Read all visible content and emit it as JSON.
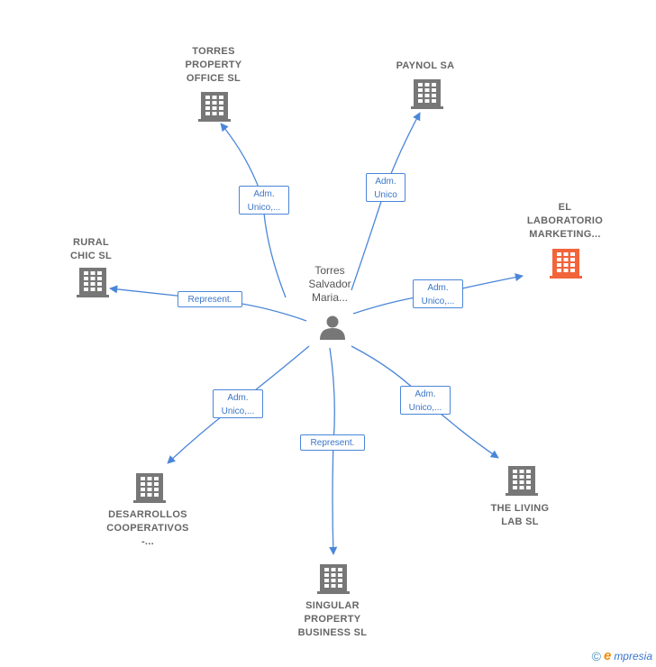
{
  "colors": {
    "edge": "#4a86d8",
    "building": "#777777",
    "building_highlight": "#f2653a",
    "person": "#777777"
  },
  "person": {
    "name": "Torres\nSalvador\nMaria..."
  },
  "companies": [
    {
      "id": "torres-property",
      "label": "TORRES\nPROPERTY\nOFFICE  SL",
      "highlight": false
    },
    {
      "id": "paynol",
      "label": "PAYNOL SA",
      "highlight": false
    },
    {
      "id": "el-laboratorio",
      "label": "EL\nLABORATORIO\nMARKETING...",
      "highlight": true
    },
    {
      "id": "rural-chic",
      "label": "RURAL\nCHIC SL",
      "highlight": false
    },
    {
      "id": "desarrollos",
      "label": "DESARROLLOS\nCOOPERATIVOS\n-...",
      "highlight": false
    },
    {
      "id": "singular",
      "label": "SINGULAR\nPROPERTY\nBUSINESS SL",
      "highlight": false
    },
    {
      "id": "the-living-lab",
      "label": "THE LIVING\nLAB  SL",
      "highlight": false
    }
  ],
  "relations": [
    {
      "to": "torres-property",
      "role": "Adm.\nUnico,..."
    },
    {
      "to": "paynol",
      "role": "Adm.\nUnico"
    },
    {
      "to": "el-laboratorio",
      "role": "Adm.\nUnico,..."
    },
    {
      "to": "rural-chic",
      "role": "Represent."
    },
    {
      "to": "desarrollos",
      "role": "Adm.\nUnico,..."
    },
    {
      "to": "singular",
      "role": "Represent."
    },
    {
      "to": "the-living-lab",
      "role": "Adm.\nUnico,..."
    }
  ],
  "watermark": {
    "copyright": "©",
    "brand_first": "e",
    "brand_rest": "mpresia"
  }
}
